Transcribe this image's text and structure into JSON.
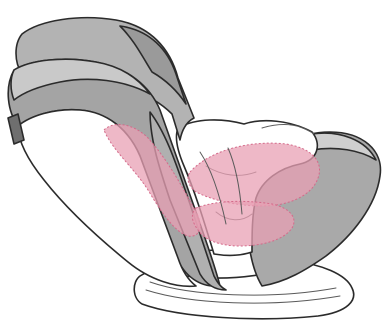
{
  "illustration": {
    "subject": "car-seat",
    "colors": {
      "shell_dark": "#8f8f8f",
      "shell_mid": "#b5b5b5",
      "shell_light": "#d4d4d4",
      "white_part": "#ffffff",
      "outline": "#2b2b2b",
      "highlight": "#e8a0b4",
      "highlight_outline": "#d46a8a"
    },
    "highlight_zones": [
      {
        "name": "side-impact-zone"
      },
      {
        "name": "seat-base-zone"
      },
      {
        "name": "lower-cushion-zone"
      }
    ]
  }
}
